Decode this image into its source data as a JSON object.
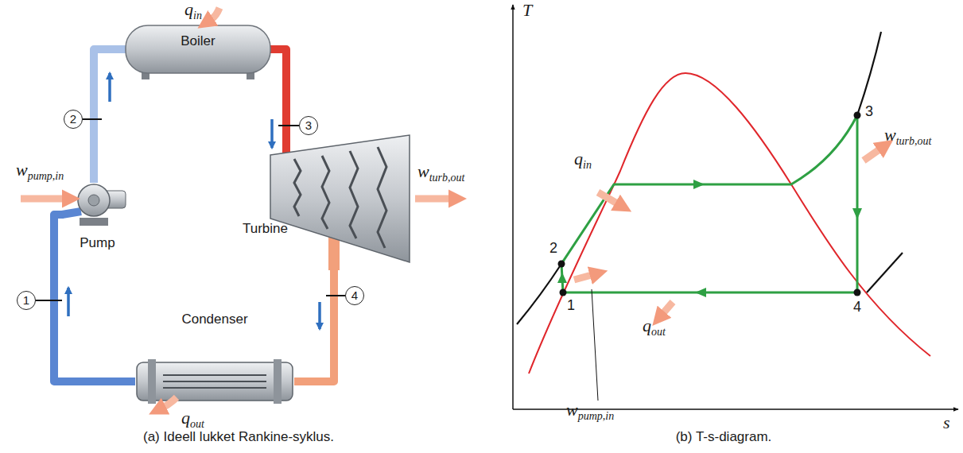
{
  "diagram": {
    "nodes": [
      {
        "text": [
          "Boiler"
        ]
      },
      {
        "text": [
          "Turbine"
        ]
      },
      {
        "text": [
          "Pump"
        ]
      },
      {
        "text": [
          "Condenser"
        ]
      }
    ],
    "edges": [
      {
        "from": 2,
        "to": 0,
        "arrow": "none"
      },
      {
        "from": 0,
        "to": 1,
        "arrow": "none"
      },
      {
        "from": 1,
        "to": 3,
        "arrow": "none"
      },
      {
        "from": 3,
        "to": 2,
        "arrow": "none"
      }
    ],
    "labels": [
      "qin",
      "wpump,in",
      "wturb,out",
      "qout",
      "1",
      "2",
      "3",
      "4",
      "(a) Ideell lukket Rankine-syklus.",
      "T",
      "s",
      "qin",
      "wturb,out",
      "2",
      "1",
      "3",
      "4",
      "qout",
      "wpump,in",
      "(b) T-s-diagram."
    ]
  }
}
